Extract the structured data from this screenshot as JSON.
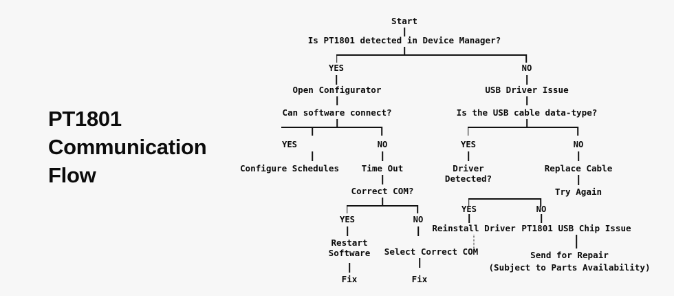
{
  "background_color": "#f7f7f7",
  "line_color": "#111111",
  "text_color": "#0a0a0a",
  "title": {
    "line1": "PT1801",
    "line2": "Communication",
    "line3": "Flow"
  },
  "flowchart": {
    "type": "decision-tree",
    "nodes": {
      "start": "Start",
      "q_detected": "Is PT1801 detected in Device Manager?",
      "open_configurator": "Open Configurator",
      "q_connect": "Can software connect?",
      "configure_schedules": "Configure Schedules",
      "time_out": "Time Out",
      "q_correct_com": "Correct COM?",
      "restart_software_l1": "Restart",
      "restart_software_l2": "Software",
      "fix_left": "Fix",
      "select_correct_com": "Select Correct COM",
      "fix_mid": "Fix",
      "usb_driver_issue": "USB Driver Issue",
      "q_cable_data": "Is the USB cable data-type?",
      "driver_detected_l1": "Driver",
      "driver_detected_l2": "Detected?",
      "replace_cable": "Replace Cable",
      "try_again": "Try Again",
      "reinstall_driver": "Reinstall Driver",
      "chip_issue": "PT1801 USB Chip Issue",
      "send_repair_l1": "Send for Repair",
      "send_repair_l2": "(Subject to Parts Availability)"
    },
    "edge_labels": {
      "detected_yes": "YES",
      "detected_no": "NO",
      "connect_yes": "YES",
      "connect_no": "NO",
      "com_yes": "YES",
      "com_no": "NO",
      "cable_yes": "YES",
      "cable_no": "NO",
      "driver_yes": "YES",
      "driver_no": "NO"
    }
  }
}
